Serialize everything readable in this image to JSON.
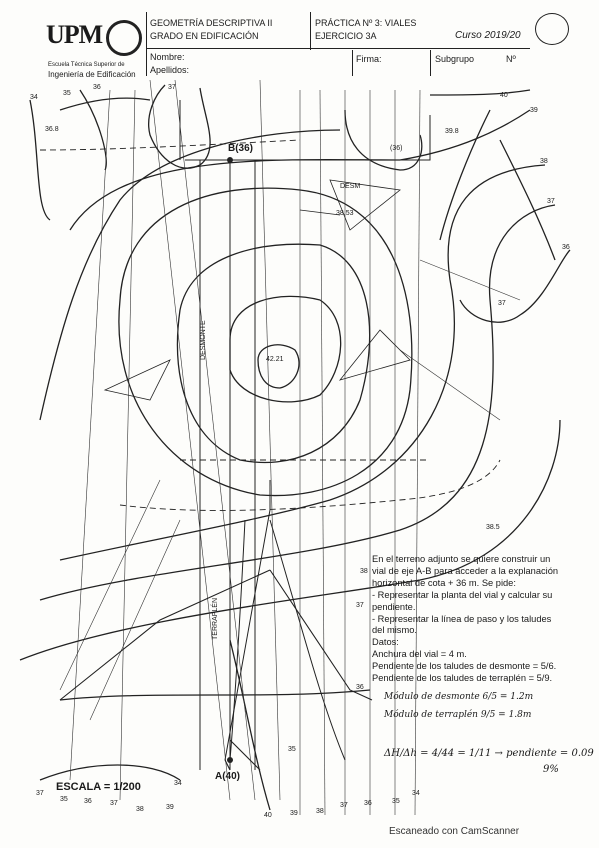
{
  "header": {
    "logo_monogram": "UPM",
    "school_line1": "Escuela Técnica Superior de",
    "school_line2": "Ingeniería de Edificación",
    "course": "GEOMETRÍA DESCRIPTIVA II",
    "degree": "GRADO EN EDIFICACIÓN",
    "practice": "PRÁCTICA Nº 3: VIALES",
    "exercise": "EJERCICIO 3A",
    "year": "Curso 2019/20",
    "name_label": "Nombre:",
    "surname_label": "Apellidos:",
    "signature_label": "Firma:",
    "subgroup_label": "Subgrupo",
    "number_label": "Nº"
  },
  "map_labels": {
    "c34_top": "34",
    "c35_top": "35",
    "c36_top": "36",
    "c37_top": "37",
    "c40": "40",
    "c39": "39",
    "c38_right": "38",
    "c37_right": "37",
    "c36_right": "36",
    "c37_mid": "37",
    "c38_5": "38.5",
    "c38_text": "38",
    "c37_text": "37",
    "c36_text": "36",
    "c35_bottom": "35",
    "c34_bottom": "34",
    "spot_3853": "38.53",
    "summit": "42.21",
    "spot_398": "39.8",
    "desm": "DESM",
    "spot_36": "(36)",
    "spot_368": "36.8",
    "point_b": "B(36)",
    "point_a": "A(40)",
    "desmonte_vertical": "DESMONTE",
    "terraplen_vertical": "TERRAPLÉN",
    "b37a": "37",
    "b35a": "35",
    "b36a": "36",
    "b37b": "37",
    "b38a": "38",
    "b39a": "39",
    "b40": "40",
    "b39b": "39",
    "b38b": "38",
    "b37c": "37",
    "b36b": "36",
    "b35b": "35",
    "b34": "34"
  },
  "scale": "ESCALA = 1/200",
  "statement": [
    "En el terreno adjunto se quiere construir un",
    "vial de eje A-B para acceder a la explanación",
    "horizontal de cota + 36 m. Se pide:",
    "- Representar la planta del vial y calcular su",
    "  pendiente.",
    "- Representar la línea de paso y los taludes",
    "  del mismo.",
    "Datos:",
    "Anchura del vial = 4 m.",
    "Pendiente de los taludes de desmonte = 5/6.",
    "Pendiente de los taludes de terraplén = 5/9.",
    ""
  ],
  "handwritten": {
    "cut_modulus": "Módulo de desmonte 6/5 = 1.2m",
    "fill_modulus": "Módulo de terraplén 9/5 = 1.8m",
    "slope_calc": "ΔH/Δh = 4/44 = 1/11 → pendiente = 0.09",
    "slope_percent": "9%"
  },
  "footer": "Escaneado con CamScanner"
}
